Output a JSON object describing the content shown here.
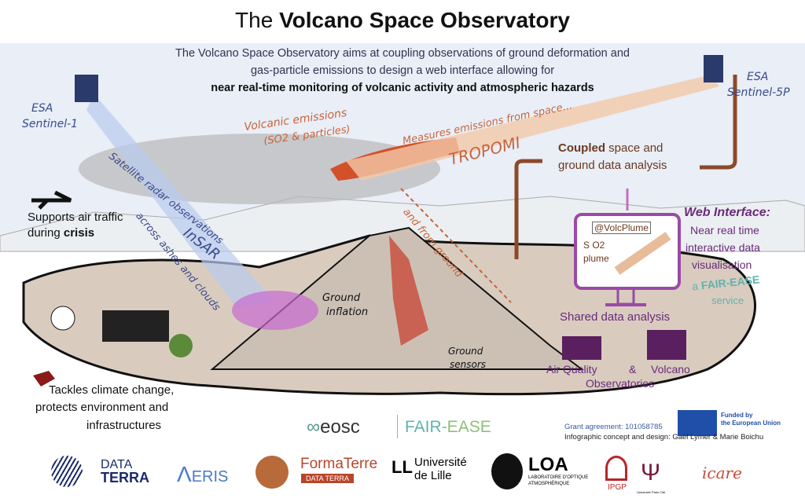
{
  "title": {
    "prefix": "The ",
    "bold": "Volcano Space Observatory"
  },
  "intro": {
    "line1": "The Volcano Space Observatory aims at coupling observations of ground deformation and",
    "line2": "gas-particle emissions to design a web interface allowing for",
    "line3": "near real-time monitoring of volcanic activity and atmospheric hazards"
  },
  "satellites": {
    "left": {
      "agency": "ESA",
      "name": "Sentinel-1"
    },
    "right": {
      "agency": "ESA",
      "name": "Sentinel-5P"
    }
  },
  "labels": {
    "radar": "Satellite radar observations",
    "ashes": "across ashes and clouds",
    "insar": "InSAR",
    "emissions1": "Volcanic emissions",
    "emissions2": "(SO2 & particles)",
    "measures": "Measures emissions from space...",
    "tropomi": "TROPOMI",
    "from_ground": "and from ground",
    "ground_inflation1": "Ground",
    "ground_inflation2": "inflation",
    "ground_sensors1": "Ground",
    "ground_sensors2": "sensors"
  },
  "air_traffic": {
    "line1": "Supports air traffic",
    "line2_prefix": "during ",
    "line2_bold": "crisis"
  },
  "climate": {
    "line1": "Tackles climate change,",
    "line2": "protects environment and",
    "line3": "infrastructures"
  },
  "coupled": {
    "bold": "Coupled",
    "line1_rest": " space and",
    "line2": "ground data analysis"
  },
  "monitor": {
    "handle": "@VolcPlume",
    "so2": "S O2",
    "plume": "plume"
  },
  "web_interface": {
    "title": "Web Interface:",
    "line1": "Near real time",
    "line2": "interactive data",
    "line3": "visualisation",
    "service_prefix": "a ",
    "service_bold": "FAIR-EASE",
    "service_suffix": "service"
  },
  "shared": {
    "label": "Shared data analysis",
    "air_quality": "Air Quality",
    "amp": "&",
    "volcano": "Volcano",
    "observatories": "Observatories"
  },
  "footer": {
    "eosc": "eosc",
    "fair": "FAIR",
    "ease": "-EASE",
    "grant": "Grant agreement: 101058785",
    "funded1": "Funded by",
    "funded2": "the European Union",
    "credits": "Infographic concept and design: Gaël Lymer & Marie Boichu"
  },
  "partners": {
    "data_terra1": "DATA",
    "data_terra2": "TERRA",
    "aeris": "ERIS",
    "formaterre": "FormaTerre",
    "formaterre_sub": "DATA TERRA",
    "lille1": "Université",
    "lille2": "de Lille",
    "loa": "LOA",
    "loa_sub1": "LABORATOIRE D'OPTIQUE",
    "loa_sub2": "ATMOSPHÉRIQUE",
    "ipgp": "IPGP",
    "upc": "Université Paris Cité",
    "icare": "icare"
  },
  "colors": {
    "sky": "#e9eef7",
    "ground": "#d9ccbf",
    "purple": "#6a2a7a",
    "brown": "#6b3a1e",
    "teal": "#5fb3ad",
    "orange": "#c8643a"
  }
}
